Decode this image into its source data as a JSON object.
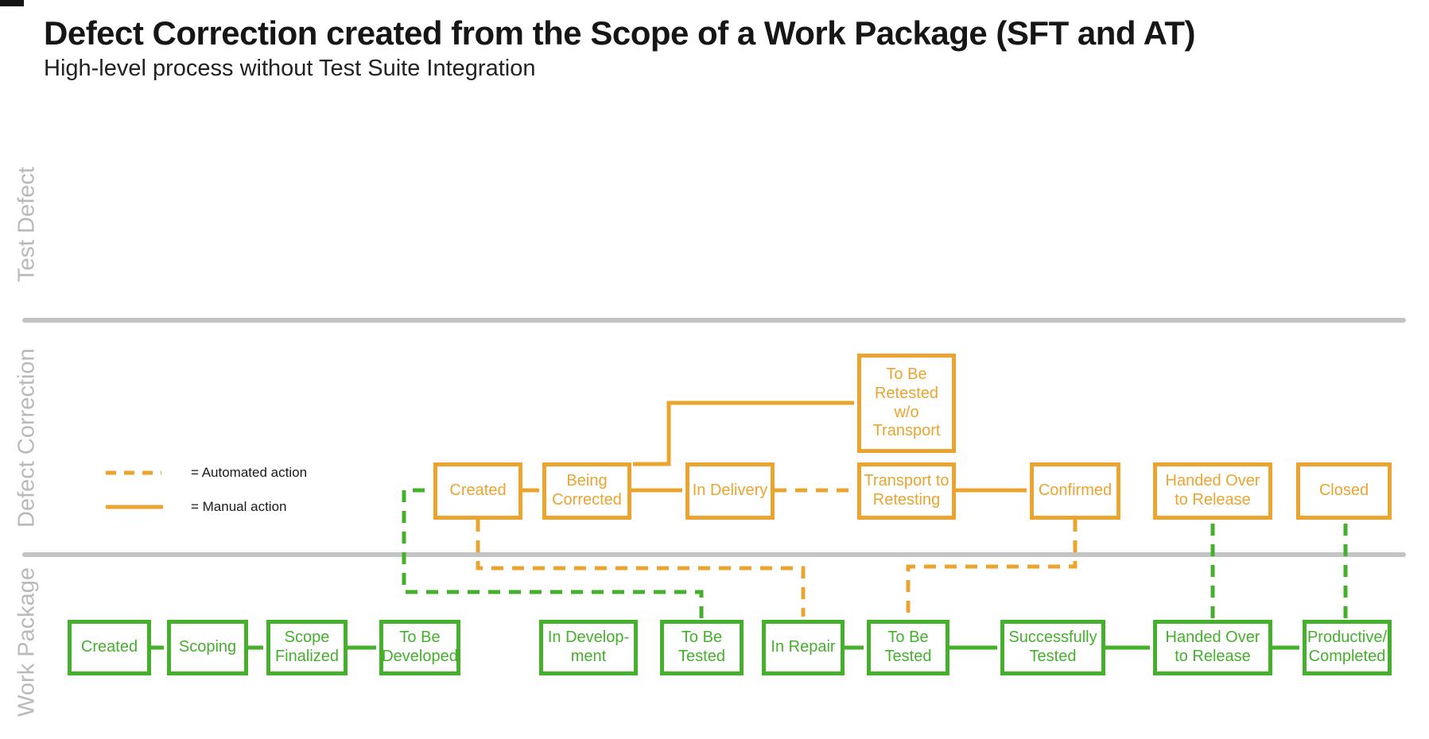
{
  "page": {
    "title": "Defect Correction created from the Scope of a Work Package (SFT and AT)",
    "subtitle": "High-level process without Test Suite Integration"
  },
  "legend": {
    "automated_label": "= Automated action",
    "manual_label": "= Manual action",
    "automated_icon": "dashed-orange-arrow-icon",
    "manual_icon": "solid-orange-arrow-icon"
  },
  "lanes": {
    "test_defect": {
      "label": "Test Defect",
      "boxes": []
    },
    "defect_correction": {
      "label": "Defect Correction",
      "boxes": [
        {
          "label": "Created"
        },
        {
          "label": "Being\nCorrected"
        },
        {
          "label": "In Delivery"
        },
        {
          "label": "To Be\nRetested\nw/o\nTransport"
        },
        {
          "label": "Transport to\nRetesting"
        },
        {
          "label": "Confirmed"
        },
        {
          "label": "Handed Over\nto Release"
        },
        {
          "label": "Closed"
        }
      ]
    },
    "work_package": {
      "label": "Work Package",
      "boxes": [
        {
          "label": "Created"
        },
        {
          "label": "Scoping"
        },
        {
          "label": "Scope\nFinalized"
        },
        {
          "label": "To Be\nDeveloped"
        },
        {
          "label": "In Develop-\nment"
        },
        {
          "label": "To Be\nTested"
        },
        {
          "label": "In Repair"
        },
        {
          "label": "To Be\nTested"
        },
        {
          "label": "Successfully\nTested"
        },
        {
          "label": "Handed Over\nto Release"
        },
        {
          "label": "Productive/\nCompleted"
        }
      ]
    }
  },
  "colors": {
    "accent_orange": "#EBA42F",
    "accent_green": "#44B02C",
    "lane_label_gray": "#B9B9B9",
    "divider_gray": "#C3C3C3"
  }
}
